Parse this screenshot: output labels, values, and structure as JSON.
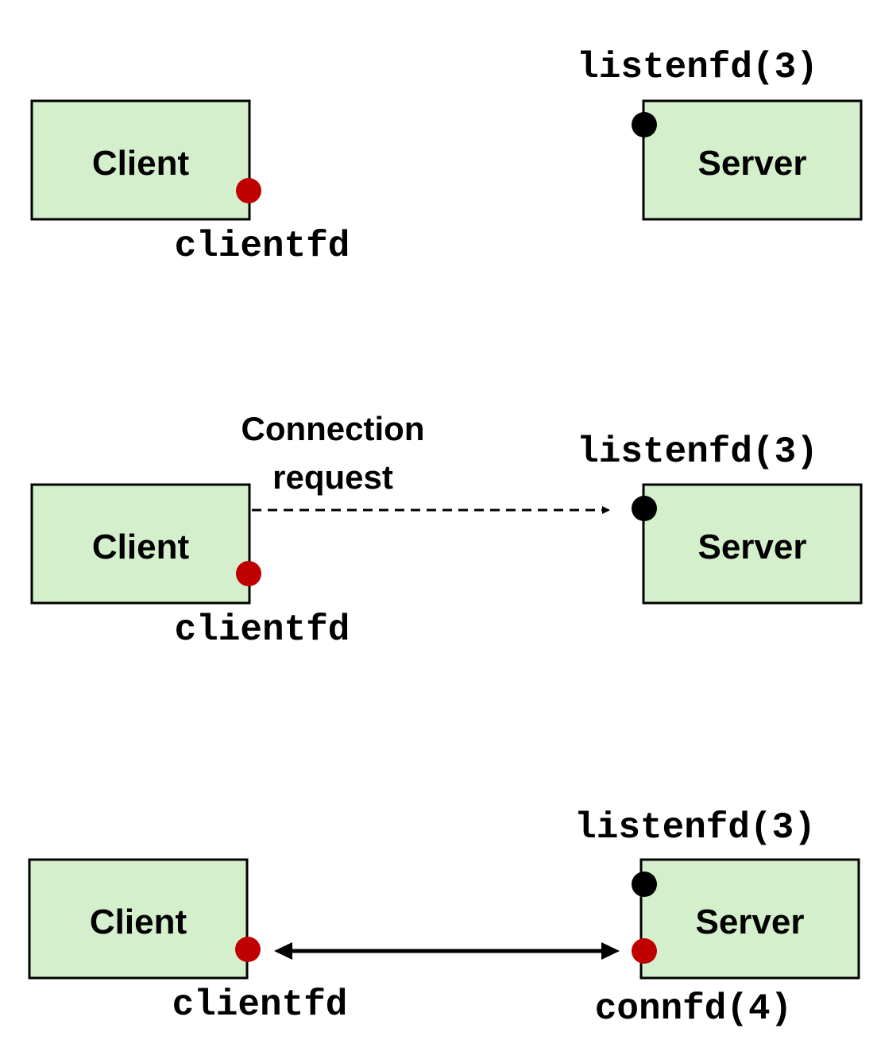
{
  "colors": {
    "box_fill": "#d4efcc",
    "box_stroke": "#000000",
    "client_socket": "#c00000",
    "listen_socket": "#000000",
    "arrow": "#000000"
  },
  "panels": [
    {
      "client_label": "Client",
      "server_label": "Server",
      "listen_label": "listenfd(3)",
      "clientfd_label": "clientfd"
    },
    {
      "client_label": "Client",
      "server_label": "Server",
      "listen_label": "listenfd(3)",
      "clientfd_label": "clientfd",
      "request_label_line1": "Connection",
      "request_label_line2": "request",
      "arrow_style": "dashed"
    },
    {
      "client_label": "Client",
      "server_label": "Server",
      "listen_label": "listenfd(3)",
      "clientfd_label": "clientfd",
      "connfd_label": "connfd(4)",
      "arrow_style": "bidirectional"
    }
  ]
}
